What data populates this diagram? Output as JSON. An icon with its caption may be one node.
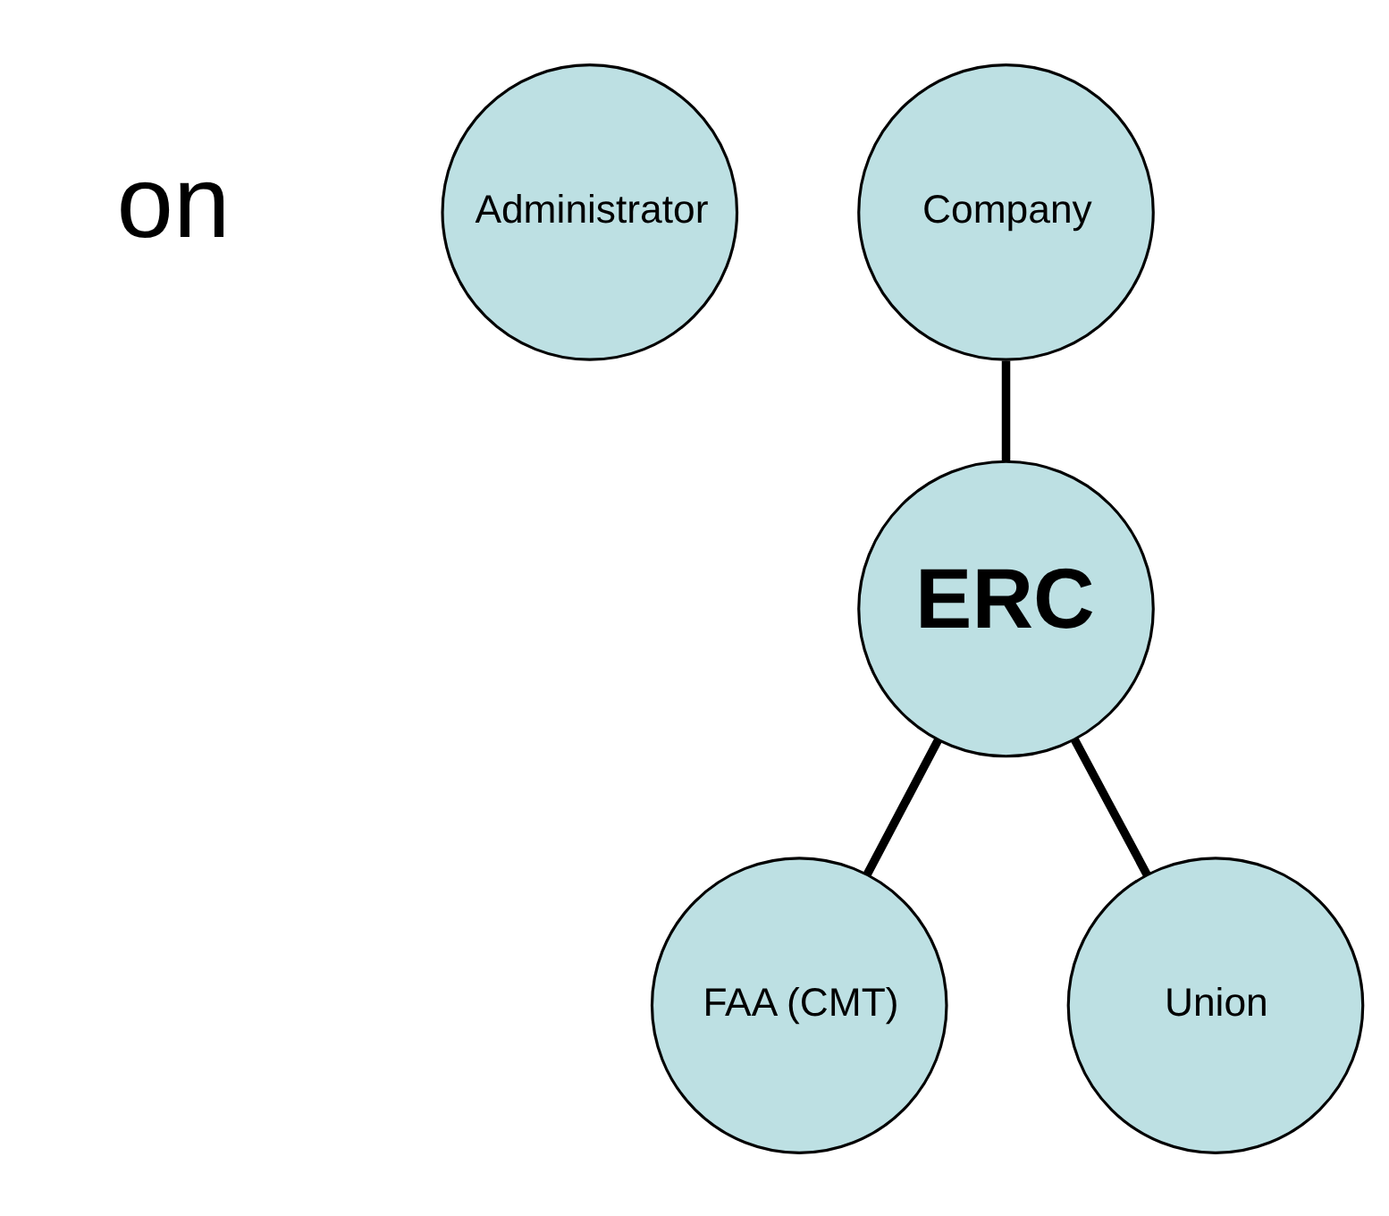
{
  "diagram": {
    "nodes": [
      {
        "text": [
          "Company"
        ]
      },
      {
        "text": [
          "Administrator"
        ]
      },
      {
        "text": [
          "ERC"
        ]
      },
      {
        "text": [
          "FAA (CMT)"
        ]
      },
      {
        "text": [
          "Union"
        ]
      }
    ],
    "edges": [
      {
        "from": 0,
        "to": 2,
        "arrow": "none"
      },
      {
        "from": 2,
        "to": 3,
        "arrow": "none"
      },
      {
        "from": 2,
        "to": 4,
        "arrow": "none"
      }
    ],
    "labels": [
      "on"
    ]
  }
}
